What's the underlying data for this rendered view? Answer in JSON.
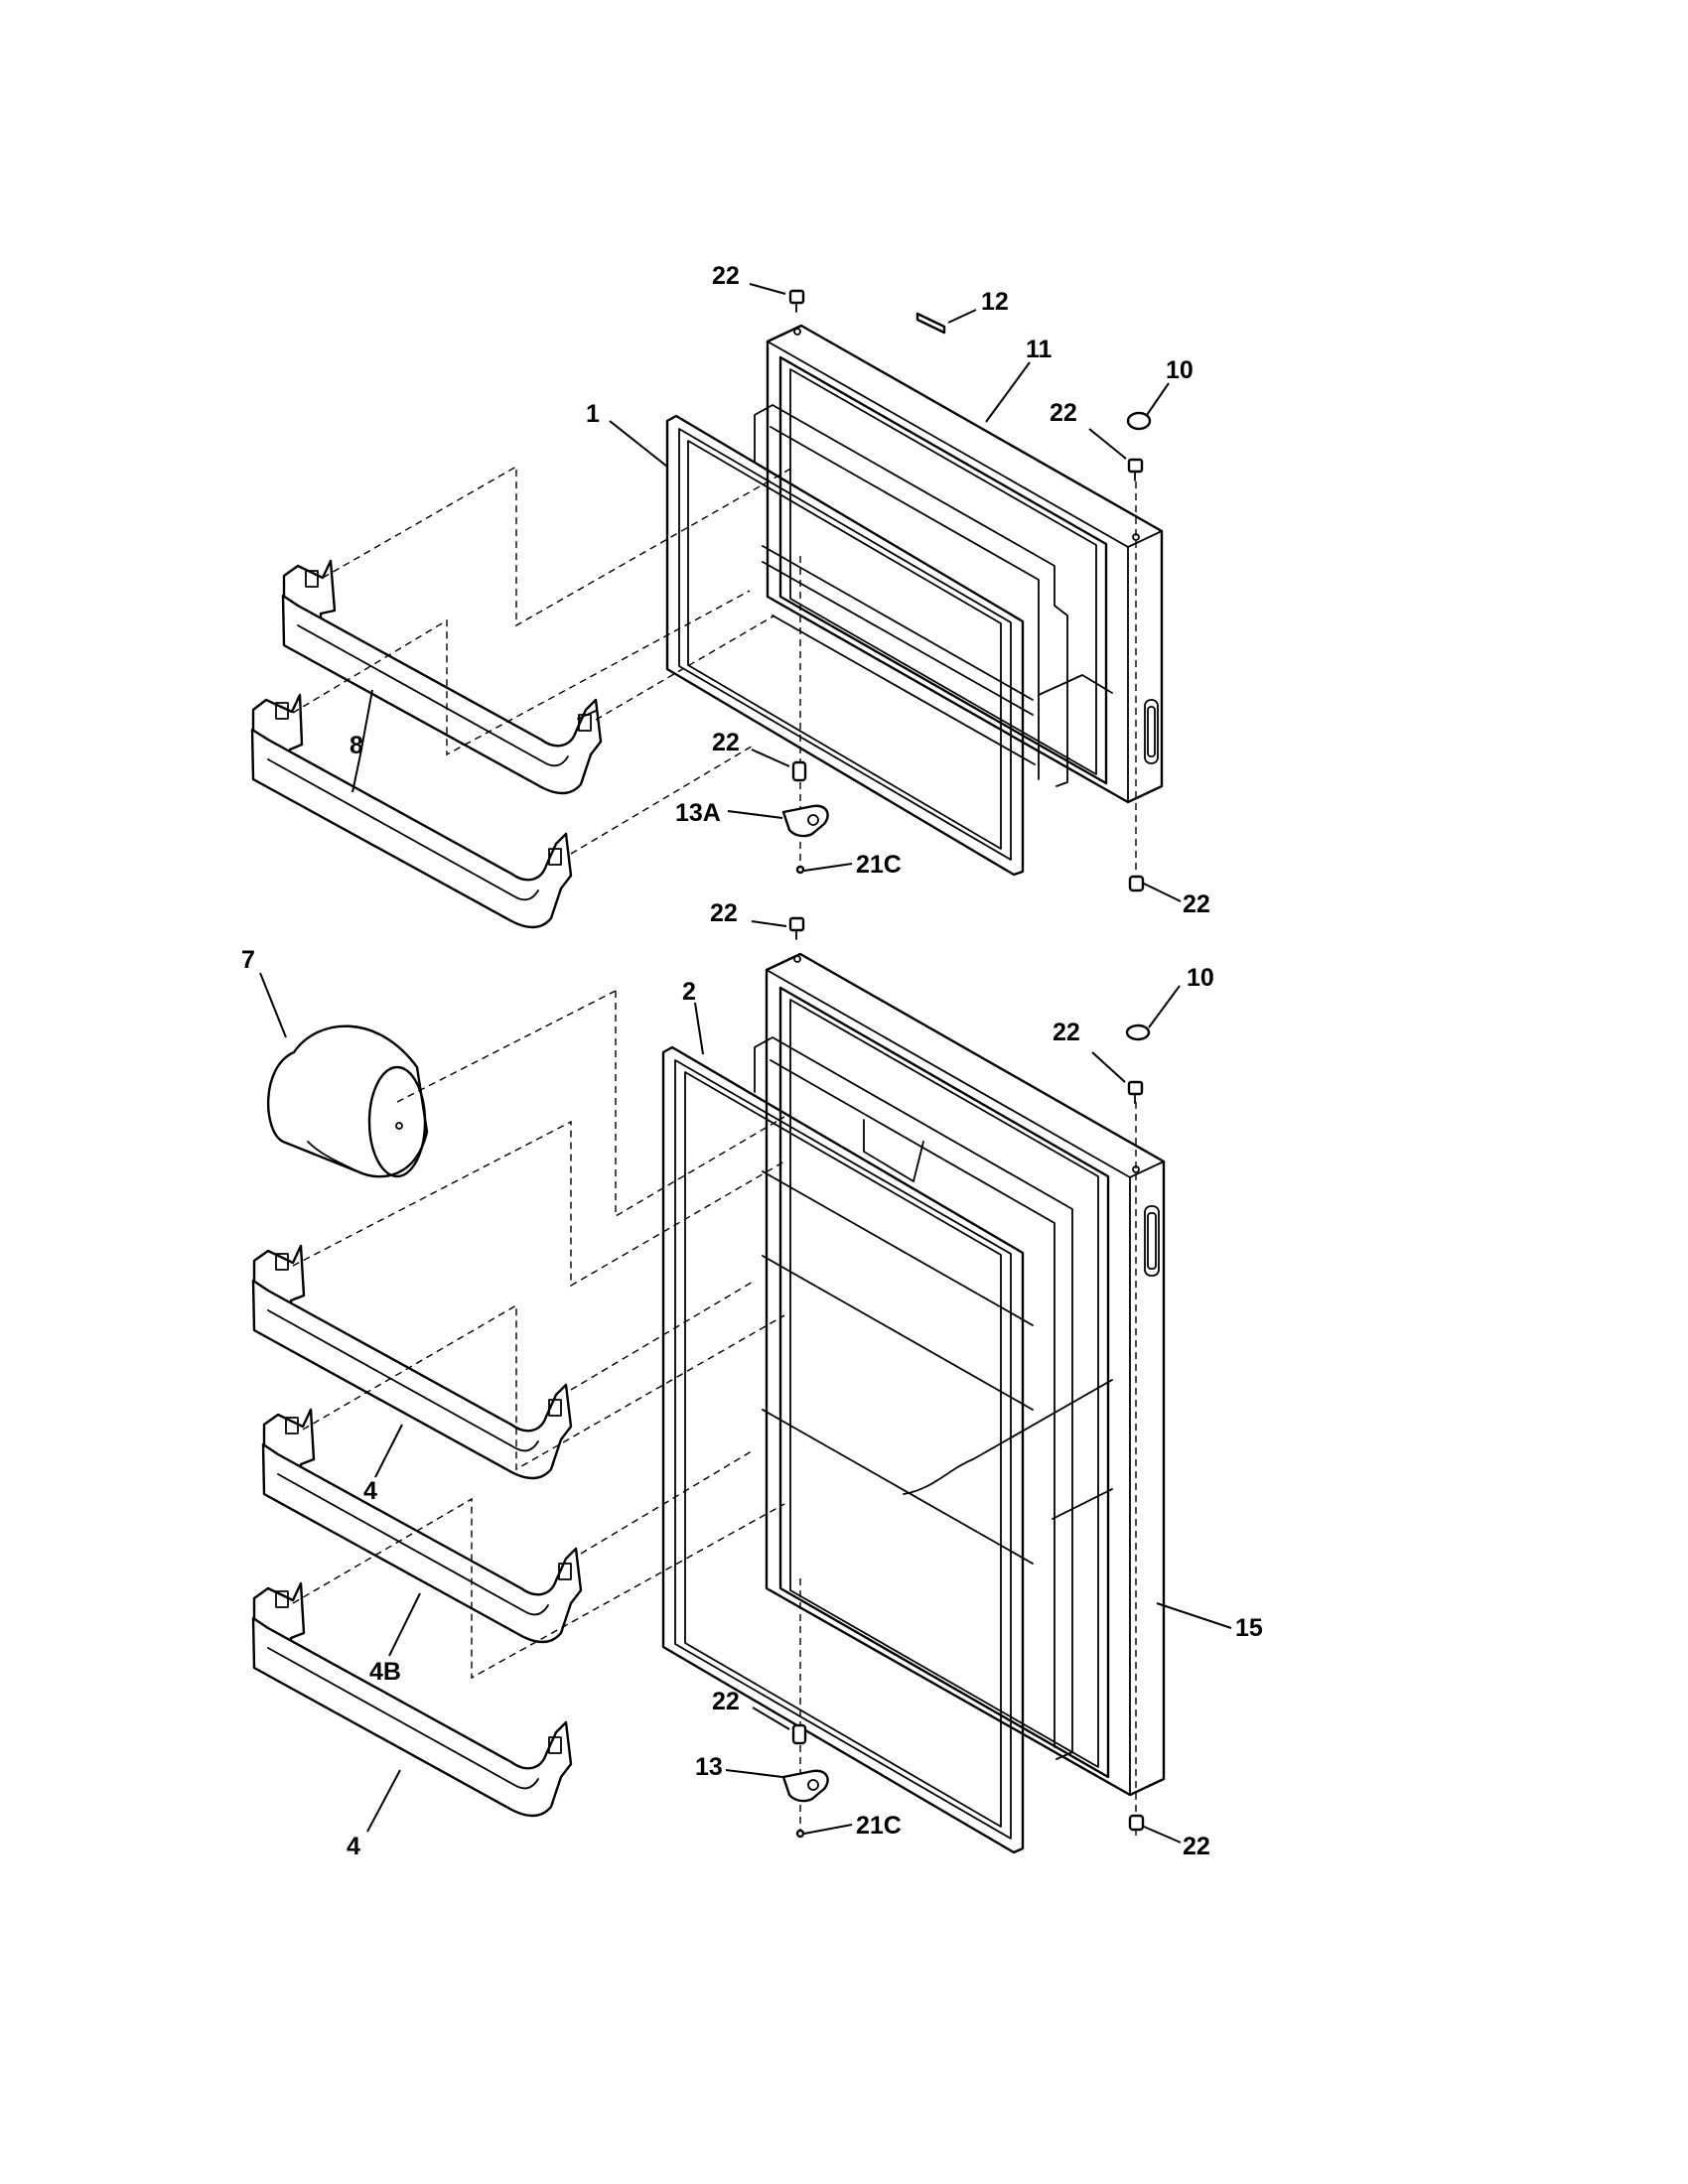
{
  "colors": {
    "ink": "#000000",
    "paper": "#ffffff"
  },
  "callouts": [
    {
      "id": "c22a",
      "text": "22"
    },
    {
      "id": "c12",
      "text": "12"
    },
    {
      "id": "c11",
      "text": "11"
    },
    {
      "id": "c10a",
      "text": "10"
    },
    {
      "id": "c22b",
      "text": "22"
    },
    {
      "id": "c1",
      "text": "1"
    },
    {
      "id": "c8a",
      "text": "8"
    },
    {
      "id": "c22c",
      "text": "22"
    },
    {
      "id": "c13a",
      "text": "13A"
    },
    {
      "id": "c21ca",
      "text": "21C"
    },
    {
      "id": "c22d",
      "text": "22"
    },
    {
      "id": "c22e",
      "text": "22"
    },
    {
      "id": "c10b",
      "text": "10"
    },
    {
      "id": "c7",
      "text": "7"
    },
    {
      "id": "c2",
      "text": "2"
    },
    {
      "id": "c22f",
      "text": "22"
    },
    {
      "id": "c4a",
      "text": "4"
    },
    {
      "id": "c4b",
      "text": "4B"
    },
    {
      "id": "c15",
      "text": "15"
    },
    {
      "id": "c22g",
      "text": "22"
    },
    {
      "id": "c13",
      "text": "13"
    },
    {
      "id": "c21cb",
      "text": "21C"
    },
    {
      "id": "c22h",
      "text": "22"
    },
    {
      "id": "c4c",
      "text": "4"
    }
  ]
}
